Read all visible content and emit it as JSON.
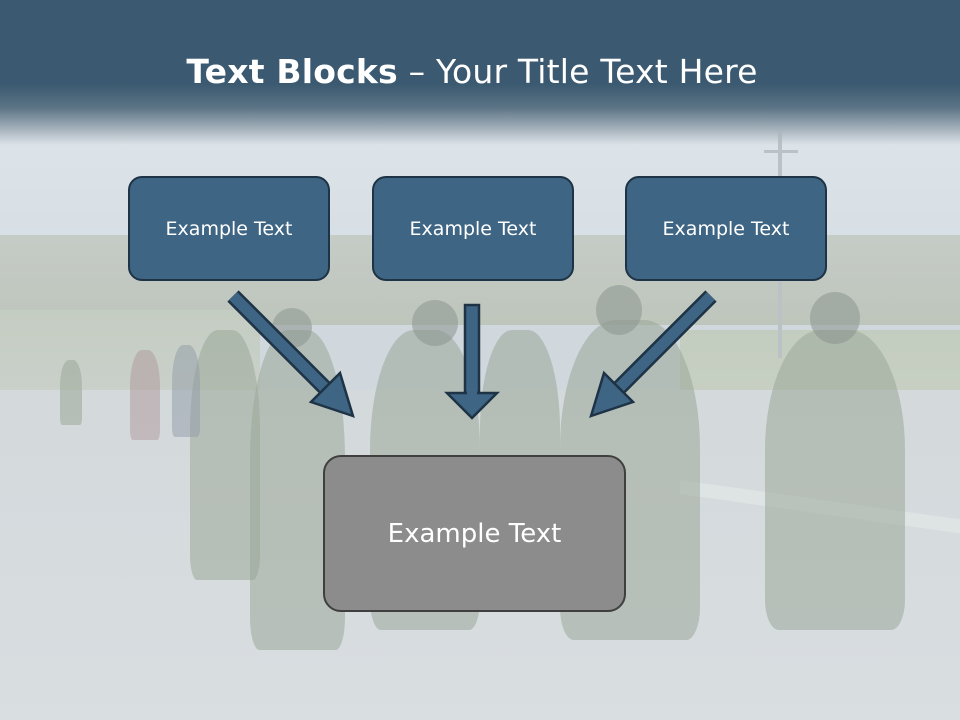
{
  "slide": {
    "title_bold": "Text Blocks",
    "title_rest": " – Your Title Text Here"
  },
  "blocks": {
    "top": [
      {
        "label": "Example Text"
      },
      {
        "label": "Example Text"
      },
      {
        "label": "Example Text"
      }
    ],
    "bottom": {
      "label": "Example Text"
    }
  },
  "colors": {
    "title_band": "#3b5970",
    "top_box_fill": "#3f6584",
    "bottom_box_fill": "#8c8c8c",
    "arrow_fill": "#3f6584"
  }
}
